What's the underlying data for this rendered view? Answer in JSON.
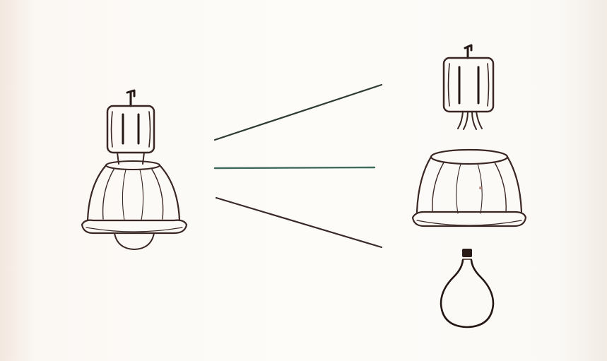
{
  "diagram": {
    "kind": "exploded assembly illustration",
    "assembled_fixture": {
      "icon": "pendant-lamp-assembled-icon",
      "components": [
        "ballast-housing",
        "reflector-dome",
        "bulb"
      ]
    },
    "connectors": [
      {
        "from": "assembled-fixture",
        "to": "ballast-housing",
        "color": "#2e3a34"
      },
      {
        "from": "assembled-fixture",
        "to": "reflector-dome",
        "color": "#3f6a5c"
      },
      {
        "from": "assembled-fixture",
        "to": "bulb",
        "color": "#3a2a2a"
      }
    ],
    "parts": [
      {
        "icon": "ballast-housing-icon"
      },
      {
        "icon": "reflector-dome-icon"
      },
      {
        "icon": "light-bulb-icon"
      }
    ],
    "colors": {
      "background": "#fbf8f4",
      "line_art": "#3a2622",
      "line_art_dark": "#241714"
    }
  }
}
